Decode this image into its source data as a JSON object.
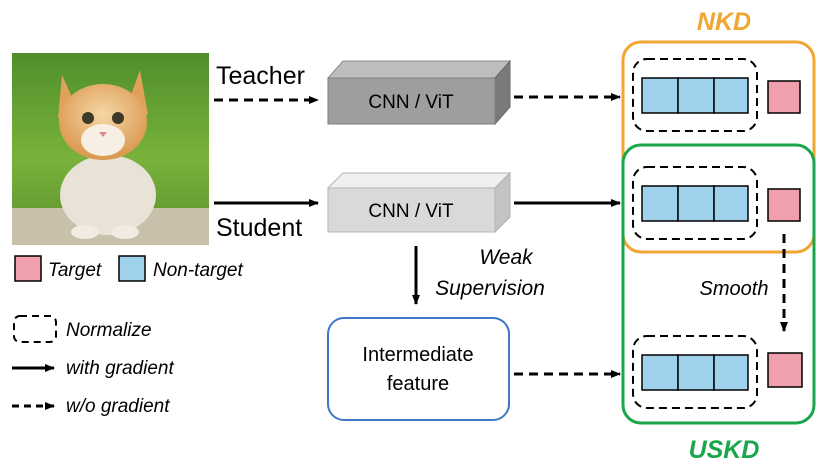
{
  "labels": {
    "teacher": "Teacher",
    "student": "Student",
    "teacher_model": "CNN / ViT",
    "student_model": "CNN / ViT",
    "weak_line1": "Weak",
    "weak_line2": "Supervision",
    "feature_line1": "Intermediate",
    "feature_line2": "feature",
    "smooth": "Smooth",
    "nkd": "NKD",
    "uskd": "USKD"
  },
  "legend": {
    "target": "Target",
    "non_target": "Non-target",
    "normalize": "Normalize",
    "with_gradient": "with gradient",
    "wo_gradient": "w/o gradient"
  },
  "colors": {
    "nkd": "#f2a530",
    "uskd": "#1aa64a",
    "target": "#f0a0ac",
    "non_target": "#9fd0ec",
    "feature_box": "#3f78c8",
    "teacher_model": "#9e9e9e",
    "student_model": "#d9d9d9"
  },
  "image": {
    "subject": "kitten-photo"
  }
}
